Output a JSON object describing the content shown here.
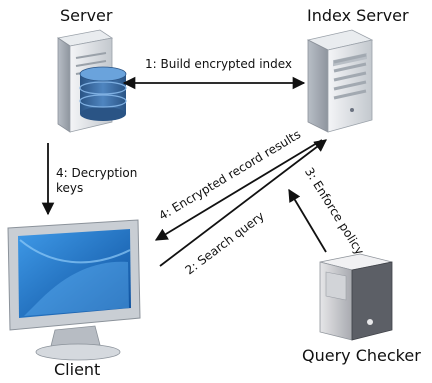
{
  "nodes": {
    "server": {
      "label": "Server",
      "icon": "server-with-database-icon"
    },
    "index_server": {
      "label": "Index Server",
      "icon": "server-tower-icon"
    },
    "client": {
      "label": "Client",
      "icon": "desktop-monitor-icon"
    },
    "query_checker": {
      "label": "Query Checker",
      "icon": "small-server-tower-icon"
    }
  },
  "edges": {
    "build_index": {
      "label": "1: Build encrypted index",
      "direction": "bidirectional"
    },
    "search_query": {
      "label": "2: Search query",
      "direction": "client-to-index-server"
    },
    "enforce_policy": {
      "label": "3: Enforce policy",
      "direction": "query-checker-to-index-server"
    },
    "encrypted_results": {
      "label": "4: Encrypted record results",
      "direction": "index-server-to-client"
    },
    "decryption_keys": {
      "line1": "4: Decryption",
      "line2": "keys",
      "direction": "server-to-client"
    }
  },
  "colors": {
    "arrow": "#111111",
    "database": "#2f5f93",
    "server_case": "#d9dde2",
    "monitor_screen": "#1f6fc2"
  }
}
